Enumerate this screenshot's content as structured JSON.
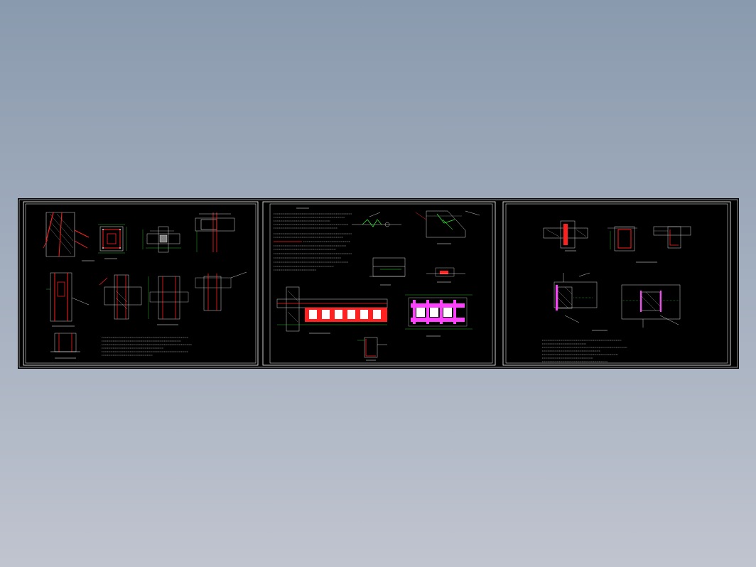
{
  "viewer": {
    "background_top": "#8a9aae",
    "background_bottom": "#c0c4cf",
    "sheet_background": "#000000"
  },
  "colors": {
    "frame": "#ffffff",
    "concrete": "#d0d0d0",
    "rebar": "#ff2020",
    "dimension": "#30e030",
    "highlight": "#ff40ff",
    "note_text": "#e8e8e8"
  },
  "panels": [
    {
      "name": "panel-left-details"
    },
    {
      "name": "panel-middle-details"
    },
    {
      "name": "panel-right-details"
    }
  ]
}
